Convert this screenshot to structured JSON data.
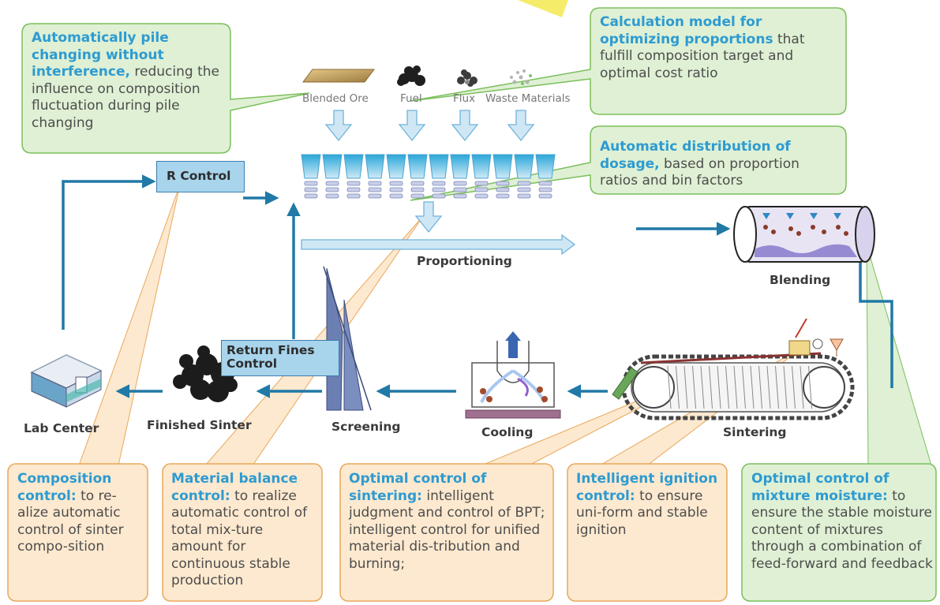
{
  "callouts": {
    "pile": {
      "bold": "Automatically pile changing without interference,",
      "text": " reducing the influence on composition fluctuation during pile changing"
    },
    "calc": {
      "bold": "Calculation model for optimizing proportions",
      "text": " that fulfill composition target and optimal cost ratio"
    },
    "dosage": {
      "bold": "Automatic distribution of dosage,",
      "text": " based on proportion ratios and bin factors"
    },
    "composition": {
      "bold": "Composition control:",
      "text": " to re-alize automatic control of sinter compo-sition"
    },
    "material": {
      "bold": "Material balance control:",
      "text": " to realize automatic control of total mix-ture amount for continuous stable production"
    },
    "sintering": {
      "bold": "Optimal control of sintering:",
      "text": " intelligent judgment and control of BPT; intelligent control for unified material dis-tribution and burning;"
    },
    "ignition": {
      "bold": "Intelligent ignition control:",
      "text": " to ensure uni-form and stable ignition"
    },
    "moisture": {
      "bold": "Optimal control of mixture moisture:",
      "text": " to ensure the stable moisture content of mixtures through a combination of feed-forward and feedback"
    }
  },
  "materials": [
    "Blended Ore",
    "Fuel",
    "Flux",
    "Waste Materials"
  ],
  "controls": {
    "r_control": "R Control",
    "return_fines_1": "Return Fines",
    "return_fines_2": "Control"
  },
  "stages": {
    "proportioning": "Proportioning",
    "blending": "Blending",
    "sintering": "Sintering",
    "cooling": "Cooling",
    "screening": "Screening",
    "finished": "Finished Sinter",
    "lab": "Lab Center"
  },
  "colors": {
    "green_fill": "#dff0d4",
    "green_stroke": "#7bbf5c",
    "orange_fill": "#fde9cf",
    "orange_stroke": "#e8a85c",
    "flow": "#2079a6",
    "accent_text": "#2e9bd1"
  }
}
